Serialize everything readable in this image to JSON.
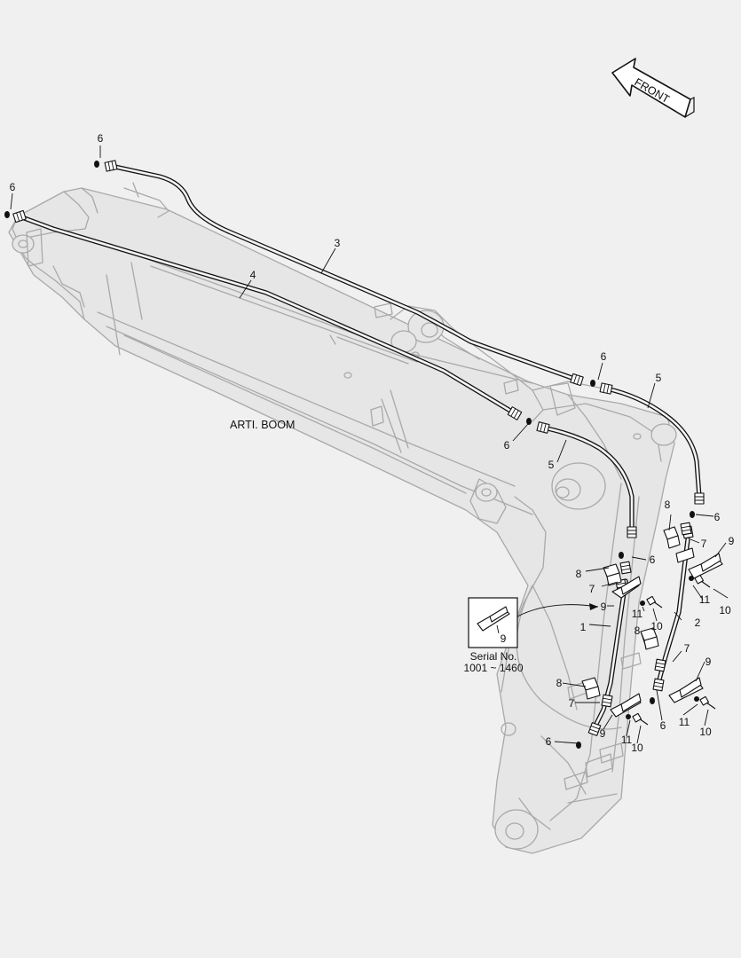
{
  "diagram": {
    "boom_label": "ARTI. BOOM",
    "front_label": "FRONT",
    "inset": {
      "part_number": "9",
      "serial_caption": "Serial No.",
      "serial_range": "1001 ~ 1460"
    },
    "callouts": [
      {
        "id": "c6a",
        "text": "6"
      },
      {
        "id": "c6b",
        "text": "6"
      },
      {
        "id": "c3",
        "text": "3"
      },
      {
        "id": "c4",
        "text": "4"
      },
      {
        "id": "c6c",
        "text": "6"
      },
      {
        "id": "c5a",
        "text": "5"
      },
      {
        "id": "c6d",
        "text": "6"
      },
      {
        "id": "c5b",
        "text": "5"
      },
      {
        "id": "c8a",
        "text": "8"
      },
      {
        "id": "c6e",
        "text": "6"
      },
      {
        "id": "c7a",
        "text": "7"
      },
      {
        "id": "c9a",
        "text": "9"
      },
      {
        "id": "c11a",
        "text": "11"
      },
      {
        "id": "c10a",
        "text": "10"
      },
      {
        "id": "c1",
        "text": "1"
      },
      {
        "id": "c8b",
        "text": "8"
      },
      {
        "id": "c6f",
        "text": "6"
      },
      {
        "id": "c7b",
        "text": "7"
      },
      {
        "id": "c9b",
        "text": "9"
      },
      {
        "id": "c11b",
        "text": "11"
      },
      {
        "id": "c10b",
        "text": "10"
      },
      {
        "id": "c2",
        "text": "2"
      },
      {
        "id": "c8c",
        "text": "8"
      },
      {
        "id": "c7c",
        "text": "7"
      },
      {
        "id": "c9c",
        "text": "9"
      },
      {
        "id": "c6g",
        "text": "6"
      },
      {
        "id": "c11c",
        "text": "11"
      },
      {
        "id": "c10c",
        "text": "10"
      },
      {
        "id": "c8d",
        "text": "8"
      },
      {
        "id": "c7d",
        "text": "7"
      },
      {
        "id": "c9d",
        "text": "9"
      },
      {
        "id": "c11d",
        "text": "11"
      },
      {
        "id": "c10d",
        "text": "10"
      },
      {
        "id": "c6h",
        "text": "6"
      }
    ]
  }
}
